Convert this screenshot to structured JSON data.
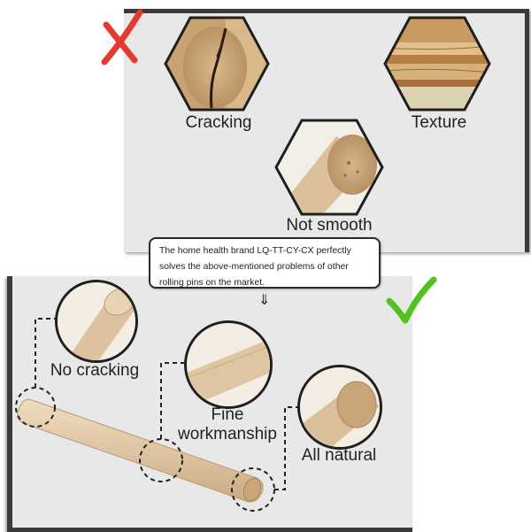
{
  "top_panel": {
    "status_mark": "x-mark-icon",
    "status_color": "#e23a2e",
    "items": [
      {
        "label": "Cracking"
      },
      {
        "label": "Texture"
      },
      {
        "label": "Not smooth"
      }
    ]
  },
  "callout": {
    "text": "The home health brand LQ-TT-CY-CX perfectly solves the above-mentioned problems of other rolling pins on the market."
  },
  "bottom_panel": {
    "status_mark": "check-mark-icon",
    "status_color": "#54c11e",
    "features": [
      {
        "label": "No cracking"
      },
      {
        "label": "Fine workmanship"
      },
      {
        "label": "All natural"
      }
    ]
  }
}
